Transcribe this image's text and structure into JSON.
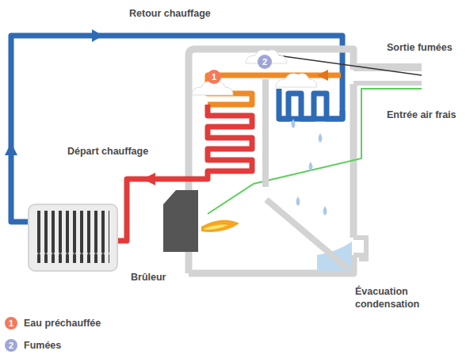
{
  "diagram": {
    "labels": [
      "Retour chauffage",
      "Sortie fumées",
      "Entrée air frais",
      "Départ chauffage",
      "Brûleur",
      "Évacuation condensation",
      "1",
      "2",
      "1",
      "2"
    ],
    "legend": [
      {
        "text": "Eau préchauffée",
        "color": "#f47a5a"
      },
      {
        "text": "Fumées",
        "color": "#9ea6d8"
      }
    ]
  }
}
